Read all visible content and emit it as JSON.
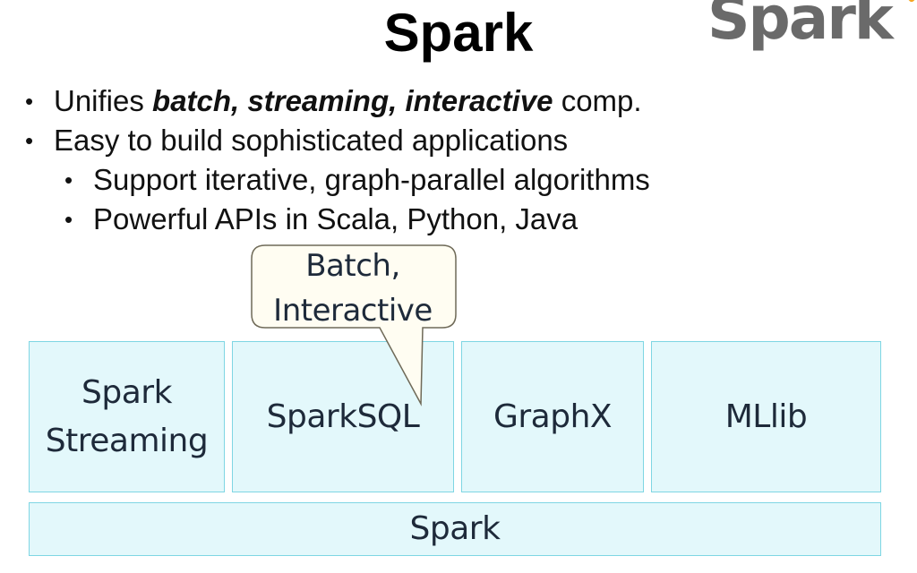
{
  "slide": {
    "title": "Spark",
    "logo_text": "Spark"
  },
  "bullets": {
    "b1_prefix": "Unifies ",
    "b1_emphasis": "batch, streaming, interactive",
    "b1_suffix": " comp.",
    "b2": "Easy to build sophisticated applications",
    "b3": "Support iterative, graph-parallel algorithms",
    "b4": "Powerful APIs in Scala, Python, Java",
    "marker": "•"
  },
  "callout": {
    "line1": "Batch,",
    "line2": "Interactive"
  },
  "stack": {
    "streaming_line1": "Spark",
    "streaming_line2": "Streaming",
    "sql": "SparkSQL",
    "graphx": "GraphX",
    "mllib": "MLlib",
    "core": "Spark"
  },
  "colors": {
    "box_fill": "#e3f8fb",
    "box_border": "#7fd6e3",
    "callout_fill": "#fffdf2",
    "logo_gray": "#6a6a6a",
    "logo_accent": "#f5a623"
  }
}
